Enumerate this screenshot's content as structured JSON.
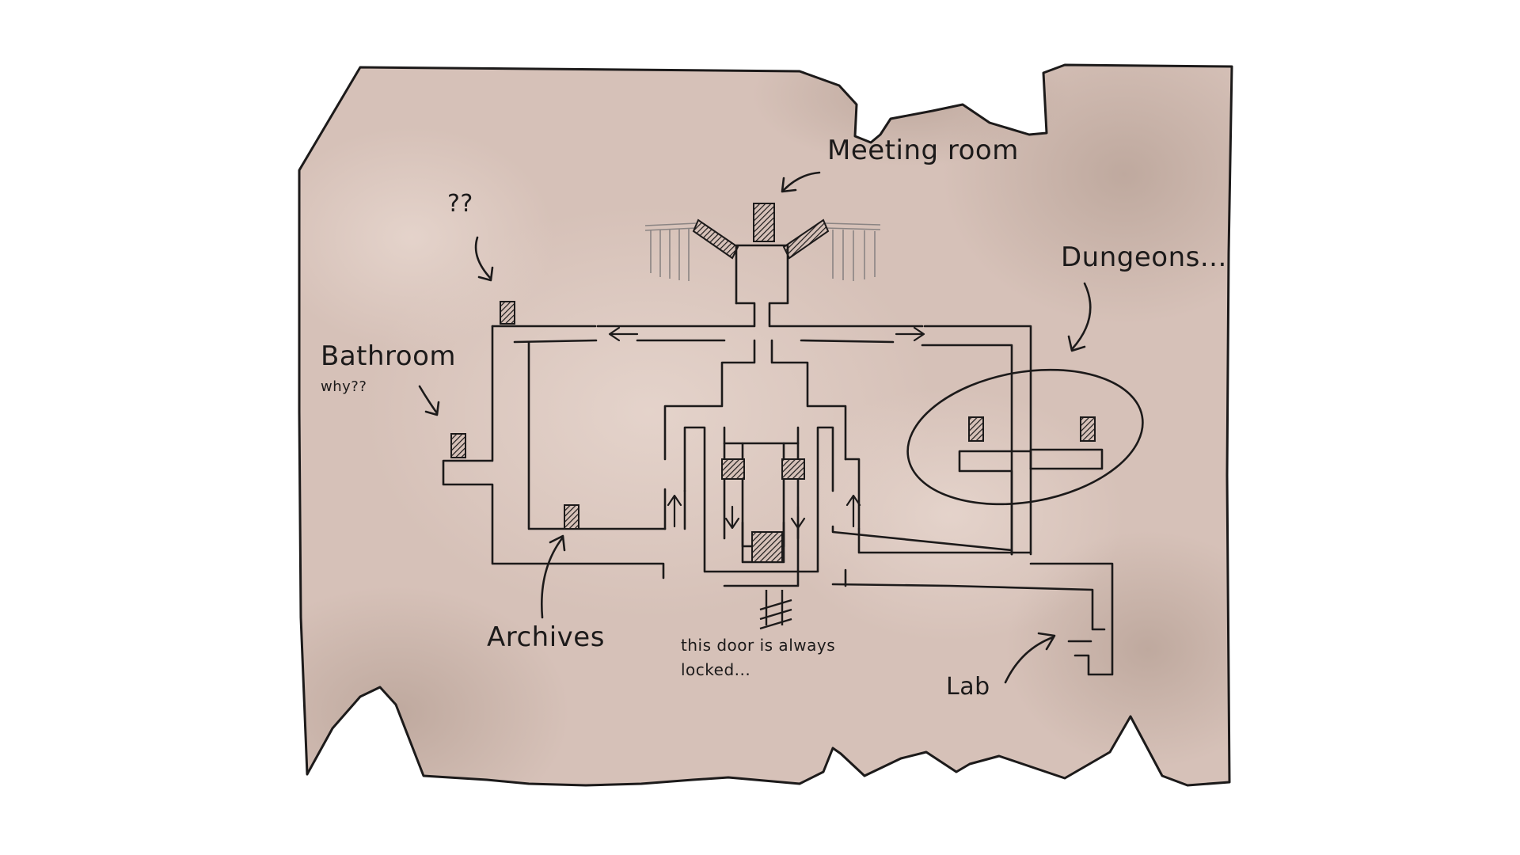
{
  "map": {
    "labels": {
      "meeting_room": "Meeting room",
      "question_marks": "??",
      "dungeons": "Dungeons...",
      "bathroom": "Bathroom",
      "bathroom_note": "why??",
      "archives": "Archives",
      "locked_door_note_line1": "this door is always",
      "locked_door_note_line2": "locked...",
      "lab": "Lab"
    },
    "colors": {
      "parchment": "#d6c1b8",
      "parchment_light": "#e3d0c8",
      "parchment_dark": "#c0aca2",
      "ink": "#1c1a1a",
      "pencil": "#8a8483"
    },
    "icons": [
      "door-icon",
      "arrow-icon",
      "stairs-icon",
      "circle-mark-icon"
    ]
  }
}
